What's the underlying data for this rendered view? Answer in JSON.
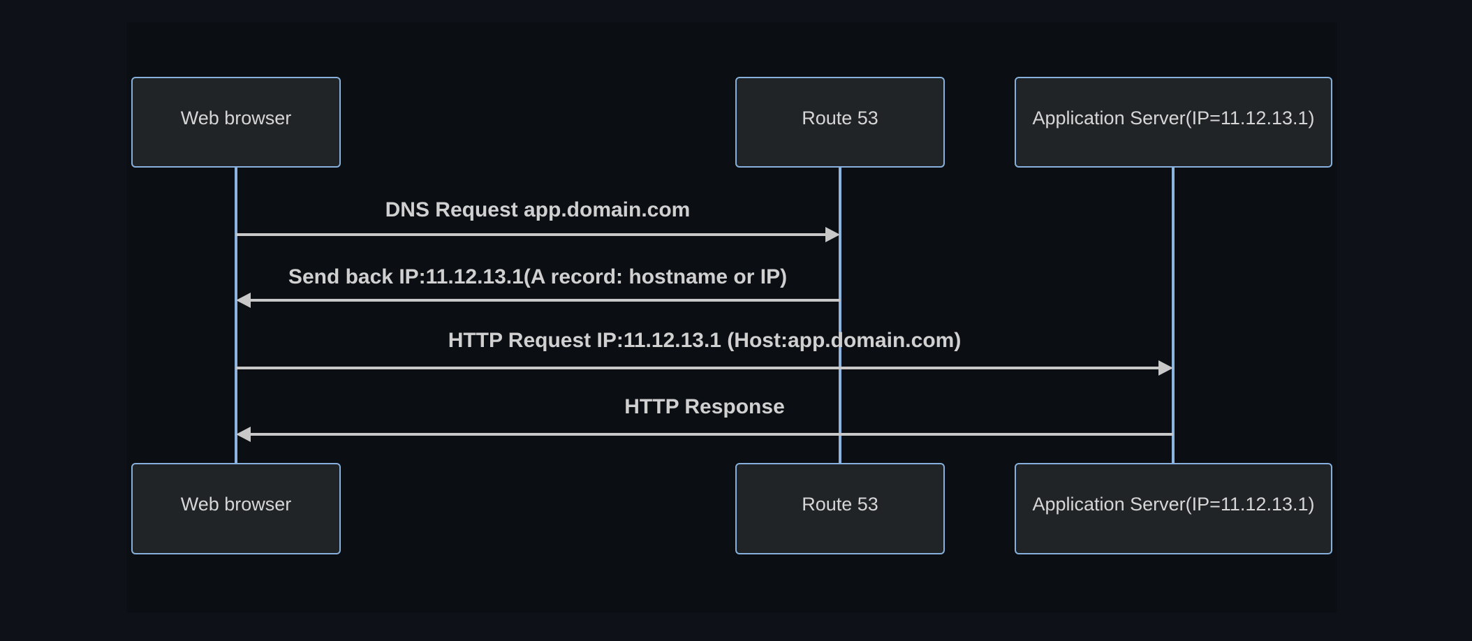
{
  "diagram": {
    "type": "sequence-diagram",
    "theme": {
      "background": "#0e1117",
      "surface": "#0b0e13",
      "actor_fill": "#212426",
      "actor_border": "#87b1dc",
      "actor_text": "#d6d6d6",
      "lifeline": "#8cb4de",
      "arrow": "#c8c8c8",
      "message_text": "#d0d0d0"
    },
    "actors": [
      {
        "id": "web-browser",
        "label": "Web browser"
      },
      {
        "id": "route-53",
        "label": "Route 53"
      },
      {
        "id": "app-server",
        "label": "Application Server(IP=11.12.13.1)"
      }
    ],
    "messages": [
      {
        "from": "Web browser",
        "to": "Route 53",
        "label": "DNS Request app.domain.com",
        "direction": "right",
        "arrow_style": "solid-filled-head"
      },
      {
        "from": "Route 53",
        "to": "Web browser",
        "label": "Send back IP:11.12.13.1(A record: hostname or IP)",
        "direction": "left",
        "arrow_style": "solid-filled-head"
      },
      {
        "from": "Web browser",
        "to": "Application Server(IP=11.12.13.1)",
        "label": "HTTP Request IP:11.12.13.1 (Host:app.domain.com)",
        "direction": "right",
        "arrow_style": "solid-filled-head"
      },
      {
        "from": "Application Server(IP=11.12.13.1)",
        "to": "Web browser",
        "label": "HTTP Response",
        "direction": "left",
        "arrow_style": "solid-filled-head"
      }
    ]
  }
}
